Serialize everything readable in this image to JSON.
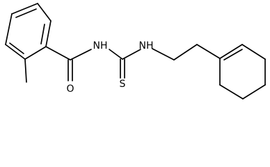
{
  "molecule": {
    "atoms": {
      "nh_left": "NH",
      "nh_right": "NH",
      "carbonyl_oxygen": "O",
      "thio_sulfur": "S"
    }
  },
  "colors": {
    "bond": "#000000",
    "label": "#000000",
    "background": "#ffffff"
  }
}
